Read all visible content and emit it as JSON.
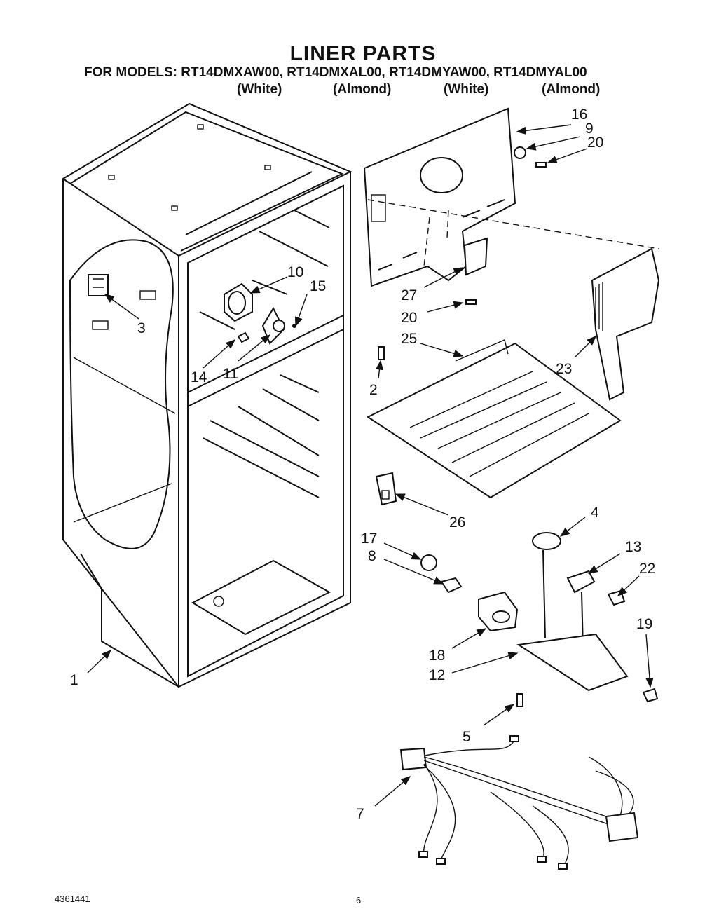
{
  "title": "LINER PARTS",
  "models_line": "FOR MODELS: RT14DMXAW00, RT14DMXAL00, RT14DMYAW00, RT14DMYAL00",
  "finishes": [
    "(White)",
    "(Almond)",
    "(White)",
    "(Almond)"
  ],
  "callouts": {
    "p1": "1",
    "p2": "2",
    "p3": "3",
    "p4": "4",
    "p5": "5",
    "p7": "7",
    "p8": "8",
    "p9": "9",
    "p10": "10",
    "p11": "11",
    "p12": "12",
    "p13": "13",
    "p14": "14",
    "p15": "15",
    "p16": "16",
    "p17": "17",
    "p18": "18",
    "p19": "19",
    "p20a": "20",
    "p20b": "20",
    "p22": "22",
    "p23": "23",
    "p25": "25",
    "p26": "26",
    "p27": "27"
  },
  "footer": {
    "doc_number": "4361441",
    "page_number": "6"
  }
}
